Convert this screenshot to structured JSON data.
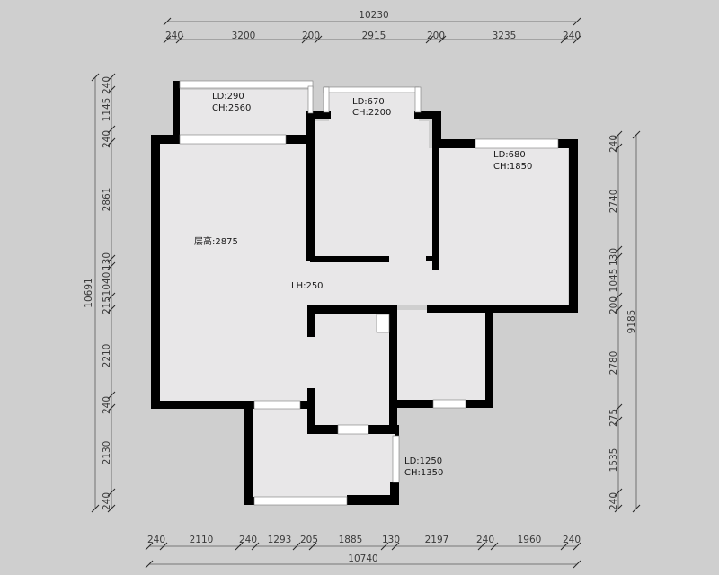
{
  "dims": {
    "top_total": "10230",
    "top_segments": [
      "240",
      "3200",
      "200",
      "2915",
      "200",
      "3235",
      "240"
    ],
    "bottom_total": "10740",
    "bottom_segments": [
      "240",
      "2110",
      "240",
      "1293",
      "205",
      "1885",
      "130",
      "2197",
      "240",
      "1960",
      "240"
    ],
    "left_total": "10691",
    "left_segments": [
      "240",
      "1145",
      "240",
      "2861",
      "130",
      "1040",
      "215",
      "2210",
      "240",
      "2130",
      "240"
    ],
    "right_total": "9185",
    "right_segments": [
      "240",
      "2740",
      "130",
      "1045",
      "200",
      "2780",
      "275",
      "1535",
      "240"
    ]
  },
  "labels": {
    "balcony_ld": "LD:290",
    "balcony_ch": "CH:2560",
    "bay_ld": "LD:670",
    "bay_ch": "CH:2200",
    "bed_ld": "LD:680",
    "bed_ch": "CH:1850",
    "floor_height": "层高:2875",
    "lh": "LH:250",
    "south_ld": "LD:1250",
    "south_ch": "CH:1350"
  }
}
